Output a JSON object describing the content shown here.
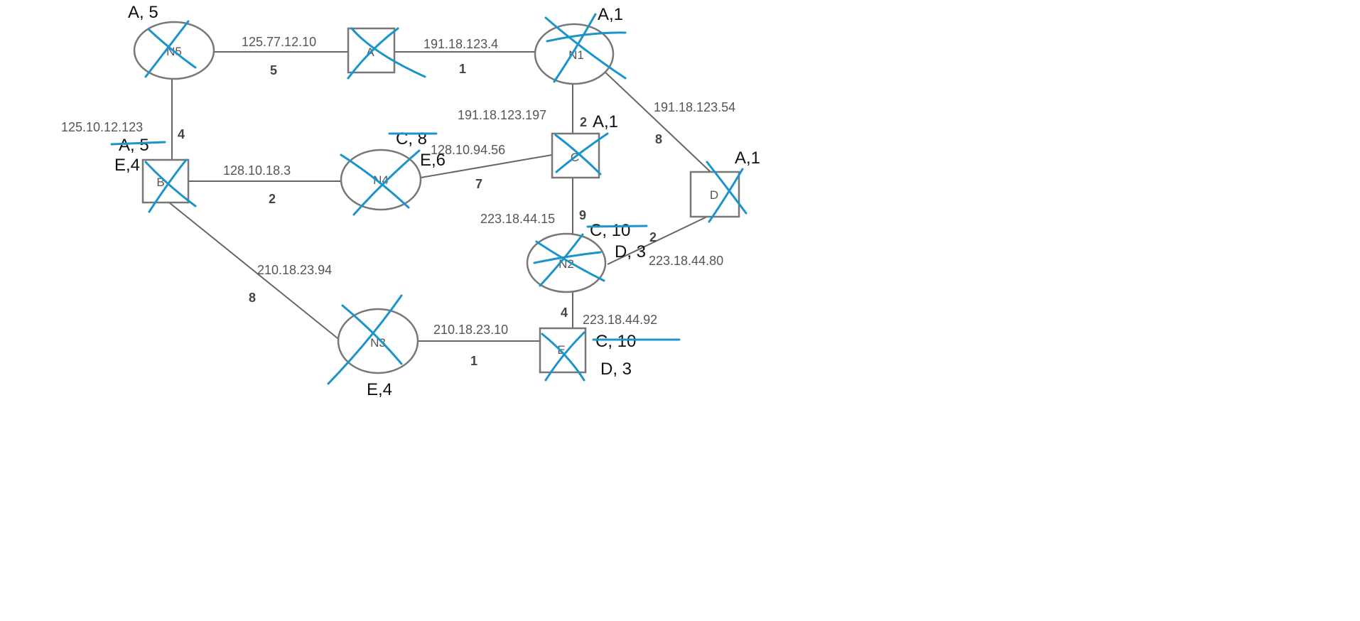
{
  "nodes": {
    "N5": {
      "label": "N5",
      "shape": "ellipse"
    },
    "A": {
      "label": "A",
      "shape": "box"
    },
    "N1": {
      "label": "N1",
      "shape": "ellipse"
    },
    "B": {
      "label": "B",
      "shape": "box"
    },
    "N4": {
      "label": "N4",
      "shape": "ellipse"
    },
    "C": {
      "label": "C",
      "shape": "box"
    },
    "D": {
      "label": "D",
      "shape": "box"
    },
    "N2": {
      "label": "N2",
      "shape": "ellipse"
    },
    "N3": {
      "label": "N3",
      "shape": "ellipse"
    },
    "E": {
      "label": "E",
      "shape": "box"
    }
  },
  "edges": [
    {
      "from": "N5",
      "to": "A",
      "cost": "5",
      "ip": "125.77.12.10"
    },
    {
      "from": "A",
      "to": "N1",
      "cost": "1",
      "ip": "191.18.123.4"
    },
    {
      "from": "N5",
      "to": "B",
      "cost": "4",
      "ip": "125.10.12.123"
    },
    {
      "from": "N1",
      "to": "C",
      "cost": "2",
      "ip": "191.18.123.197"
    },
    {
      "from": "N1",
      "to": "D",
      "cost": "8",
      "ip": "191.18.123.54"
    },
    {
      "from": "B",
      "to": "N4",
      "cost": "2",
      "ip": "128.10.18.3"
    },
    {
      "from": "N4",
      "to": "C",
      "cost": "7",
      "ip": "128.10.94.56"
    },
    {
      "from": "C",
      "to": "N2",
      "cost": "9",
      "ip": "223.18.44.15"
    },
    {
      "from": "N2",
      "to": "D",
      "cost": "2",
      "ip": "223.18.44.80"
    },
    {
      "from": "B",
      "to": "N3",
      "cost": "8",
      "ip": "210.18.23.94"
    },
    {
      "from": "N3",
      "to": "E",
      "cost": "1",
      "ip": "210.18.23.10"
    },
    {
      "from": "N2",
      "to": "E",
      "cost": "4",
      "ip": "223.18.44.92"
    }
  ],
  "annotations": [
    {
      "text": "A, 5",
      "struck": false,
      "near": "N5"
    },
    {
      "text": "A,1",
      "struck": false,
      "near": "N1"
    },
    {
      "text": "A,1",
      "struck": false,
      "near": "C"
    },
    {
      "text": "A,1",
      "struck": false,
      "near": "D"
    },
    {
      "text": "A, 5",
      "struck": true,
      "near": "B"
    },
    {
      "text": "E,4",
      "struck": false,
      "near": "B"
    },
    {
      "text": "C, 8",
      "struck": true,
      "near": "N4"
    },
    {
      "text": "E,6",
      "struck": false,
      "near": "N4"
    },
    {
      "text": "C, 10",
      "struck": true,
      "near": "N2"
    },
    {
      "text": "D, 3",
      "struck": false,
      "near": "N2"
    },
    {
      "text": "C, 10",
      "struck": true,
      "near": "E"
    },
    {
      "text": "D, 3",
      "struck": false,
      "near": "E"
    },
    {
      "text": "E,4",
      "struck": false,
      "near": "N3"
    }
  ],
  "colors": {
    "line": "#666666",
    "pen": "#1b95c9",
    "text": "#111111"
  }
}
